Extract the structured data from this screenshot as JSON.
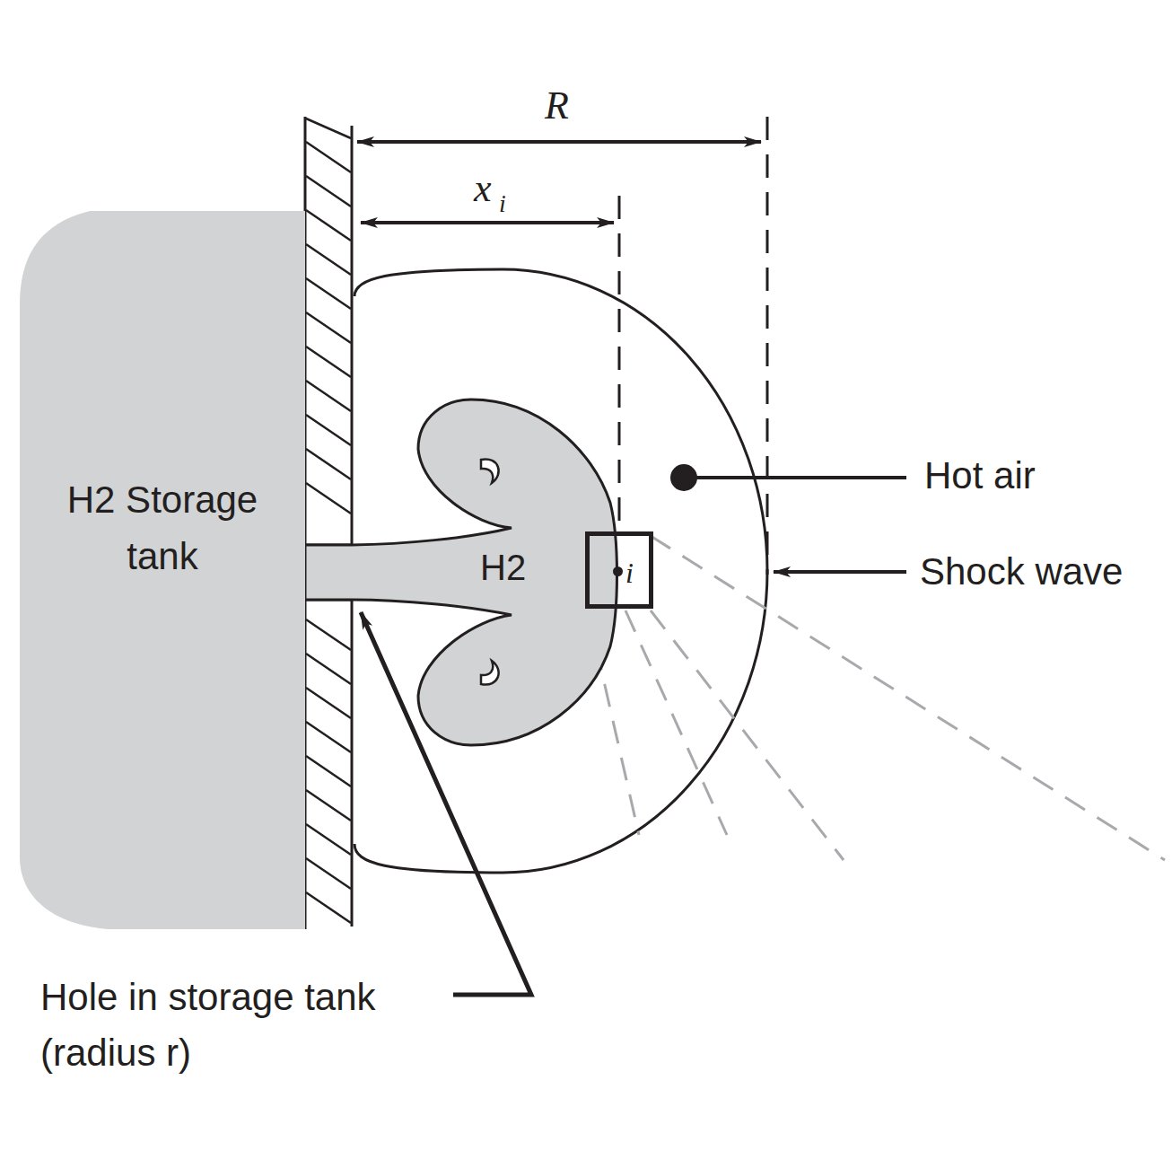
{
  "diagram": {
    "nodes": [
      {
        "text": [
          "H2 Storage tank"
        ]
      },
      {
        "text": [
          "H2"
        ]
      },
      {
        "text": [
          "i"
        ]
      }
    ],
    "labels": [
      "R",
      "x",
      "i",
      "Hot air",
      "Shock wave",
      "Hole in storage tank (radius r)"
    ]
  }
}
